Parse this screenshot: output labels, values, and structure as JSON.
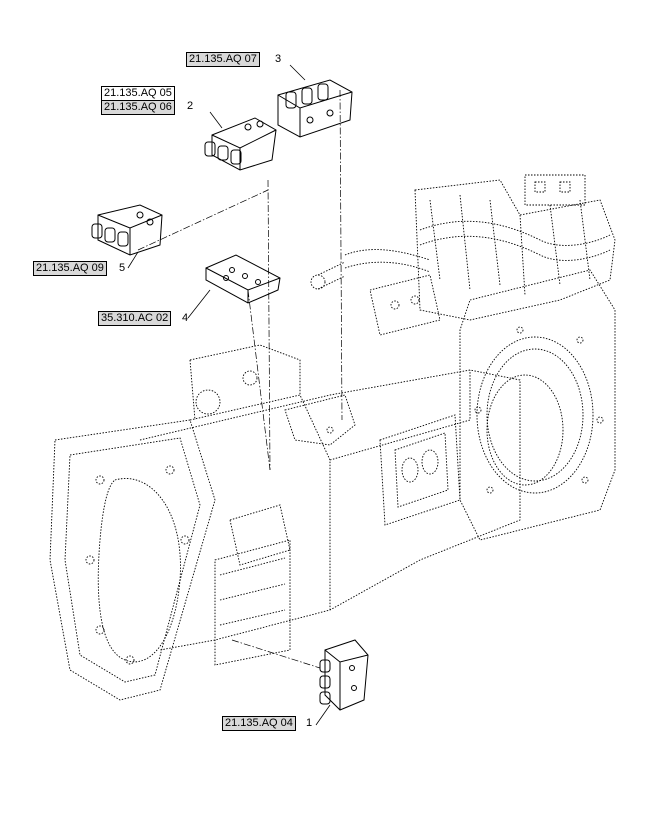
{
  "callouts": [
    {
      "item": "3",
      "refs": [
        "21.135.AQ 07"
      ]
    },
    {
      "item": "2",
      "refs": [
        "21.135.AQ 05",
        "21.135.AQ 06"
      ]
    },
    {
      "item": "5",
      "refs": [
        "21.135.AQ 09"
      ]
    },
    {
      "item": "4",
      "refs": [
        "35.310.AC 02"
      ]
    },
    {
      "item": "1",
      "refs": [
        "21.135.AQ 04"
      ]
    }
  ]
}
